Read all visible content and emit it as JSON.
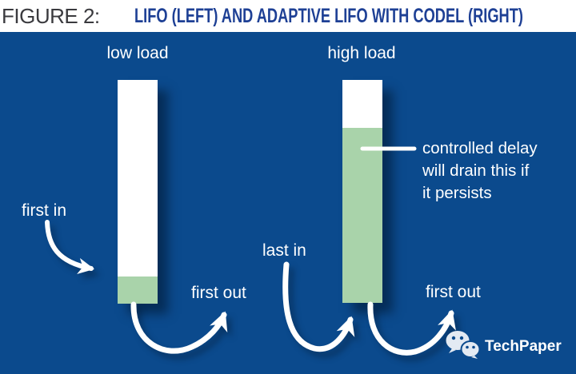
{
  "header": {
    "figure_label": "FIGURE 2:",
    "title": "LIFO (LEFT) AND ADAPTIVE LIFO WITH CODEL (RIGHT)"
  },
  "diagram": {
    "left": {
      "load_label": "low load",
      "first_in_label": "first in",
      "first_out_label": "first out"
    },
    "right": {
      "load_label": "high load",
      "last_in_label": "last in",
      "first_out_label": "first out",
      "callout": "controlled delay\nwill drain this if\nit persists"
    }
  },
  "footer": {
    "brand": "TechPaper",
    "icon": "wechat-icon"
  },
  "colors": {
    "panel_bg": "#0b4a8d",
    "queue_fill": "#ffffff",
    "drain_fill": "#a9d3aa",
    "title_blue": "#1e4095",
    "figure_label_gray": "#3a3a3e",
    "label_white": "#ffffff",
    "shadow": "rgba(2,22,45,0.55)"
  }
}
